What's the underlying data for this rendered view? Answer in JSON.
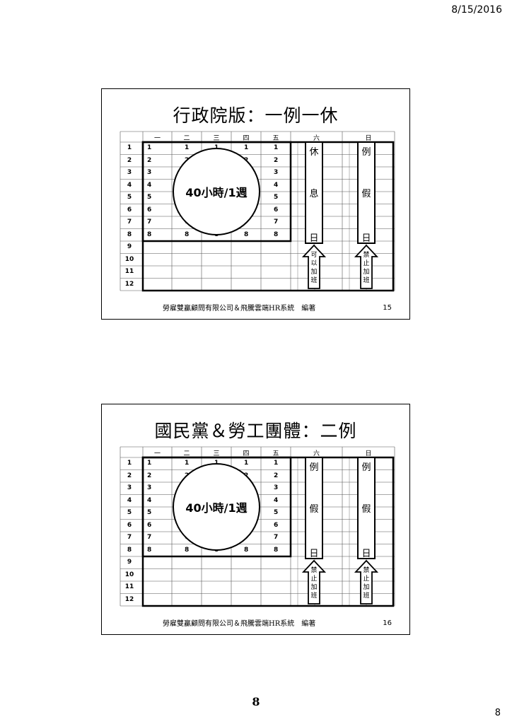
{
  "page": {
    "date": "8/15/2016",
    "page_center": "8",
    "page_corner": "8"
  },
  "slides": [
    {
      "title": "行政院版：一例一休",
      "footer": "勞雇雙贏顧問有限公司＆飛騰雲端HR系統　編著",
      "number": "15",
      "day_headers": [
        "一",
        "二",
        "三",
        "四",
        "五",
        "六",
        "日"
      ],
      "row_labels": [
        "1",
        "2",
        "3",
        "4",
        "5",
        "6",
        "7",
        "8",
        "9",
        "10",
        "11",
        "12"
      ],
      "circle_label": "40小時/1週",
      "saturday": [
        "休",
        "息",
        "日"
      ],
      "sunday": [
        "例",
        "假",
        "日"
      ],
      "saturday_arrow": "可以加班",
      "sunday_arrow": "禁止加班"
    },
    {
      "title": "國民黨＆勞工團體：二例",
      "footer": "勞雇雙贏顧問有限公司＆飛騰雲端HR系統　編著",
      "number": "16",
      "day_headers": [
        "一",
        "二",
        "三",
        "四",
        "五",
        "六",
        "日"
      ],
      "row_labels": [
        "1",
        "2",
        "3",
        "4",
        "5",
        "6",
        "7",
        "8",
        "9",
        "10",
        "11",
        "12"
      ],
      "circle_label": "40小時/1週",
      "saturday": [
        "例",
        "假",
        "日"
      ],
      "sunday": [
        "例",
        "假",
        "日"
      ],
      "saturday_arrow": "禁止加班",
      "sunday_arrow": "禁止加班"
    }
  ]
}
